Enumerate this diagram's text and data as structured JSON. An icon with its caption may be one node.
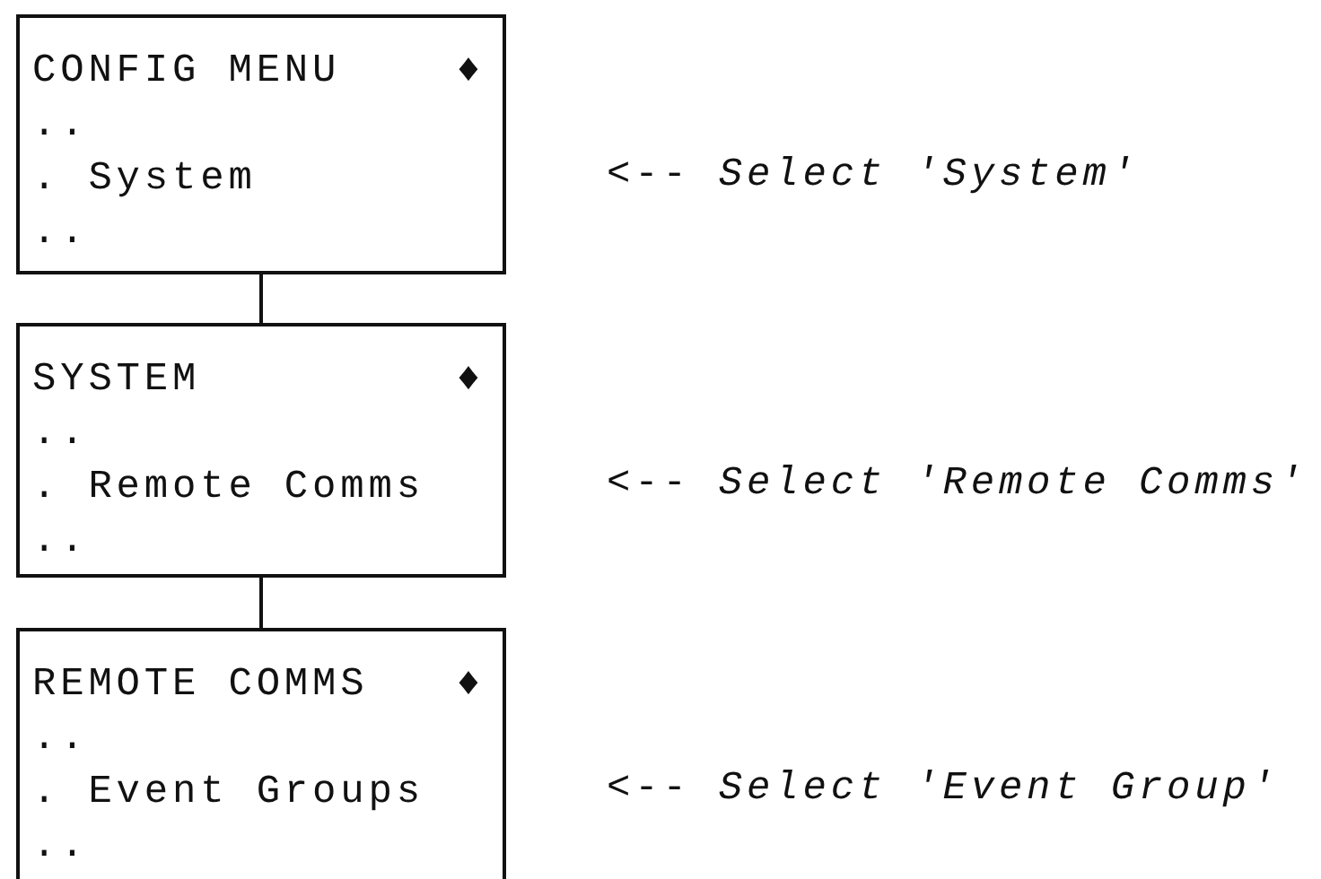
{
  "diagram": {
    "nodes": [
      {
        "text": [
          "CONFIG MENU",
          "♦",
          "..",
          ". System",
          ".."
        ],
        "beside": [
          "<-- *Select 'System'*"
        ]
      },
      {
        "text": [
          "SYSTEM",
          "♦",
          "..",
          ". Remote Comms",
          ".."
        ],
        "beside": [
          "<-- *Select 'Remote Comms'*"
        ]
      },
      {
        "text": [
          "REMOTE COMMS",
          "♦",
          "..",
          ". Event Groups",
          ".."
        ],
        "beside": [
          "<-- *Select 'Event Group'*"
        ]
      }
    ],
    "edges": [
      {
        "from": 0,
        "to": 1,
        "arrow": "none"
      },
      {
        "from": 1,
        "to": 2,
        "arrow": "none"
      }
    ]
  }
}
